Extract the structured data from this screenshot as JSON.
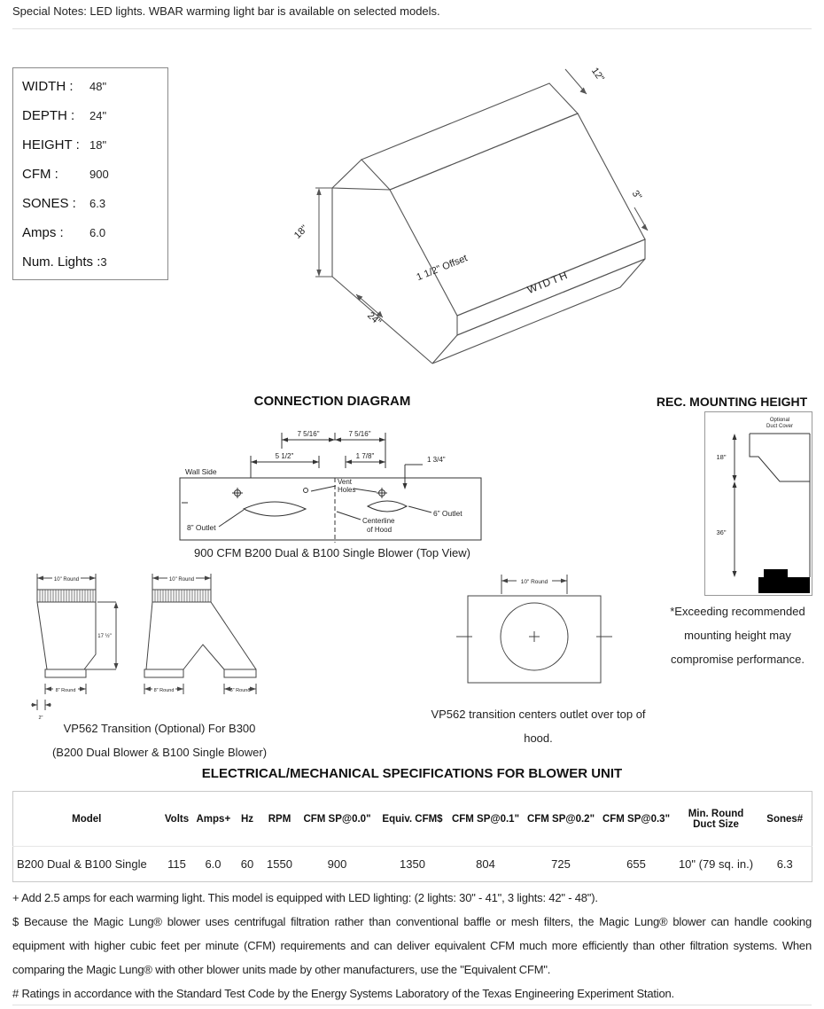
{
  "header": {
    "special_notes": "Special Notes: LED lights. WBAR warming light bar is available on selected models."
  },
  "specs": {
    "rows": [
      {
        "label": "WIDTH :",
        "value": "48\""
      },
      {
        "label": "DEPTH :",
        "value": "24\""
      },
      {
        "label": "HEIGHT :",
        "value": "18\""
      },
      {
        "label": "CFM :",
        "value": "900"
      },
      {
        "label": "SONES :",
        "value": "6.3"
      },
      {
        "label": "Amps :",
        "value": "6.0"
      },
      {
        "label": "Num. Lights :",
        "value": "3"
      }
    ]
  },
  "iso": {
    "labels": {
      "top_depth": "12\"",
      "lip": "3\"",
      "height": "18\"",
      "offset": "1 1/2\" Offset",
      "width": "WIDTH",
      "depth": "24\""
    }
  },
  "connection": {
    "title": "CONNECTION DIAGRAM",
    "labels": {
      "dim_7a": "7 5/16\"",
      "dim_7b": "7 5/16\"",
      "dim_5half": "5 1/2\"",
      "dim_1_78": "1 7/8\"",
      "dim_1_34": "1 3/4\"",
      "wall_side": "Wall Side",
      "vent1": "Vent",
      "vent2": "Holes",
      "outlet8": "8” Outlet",
      "outlet6": "6” Outlet",
      "centerline1": "Centerline",
      "centerline2": "of Hood"
    },
    "caption": "900 CFM B200 Dual & B100 Single Blower (Top View)"
  },
  "mounting": {
    "title": "REC. MOUNTING HEIGHT",
    "labels": {
      "duct_cover1": "Optional",
      "duct_cover2": "Duct Cover",
      "height18": "18\"",
      "height36": "36\""
    },
    "note1": "*Exceeding recommended",
    "note2": "mounting height may",
    "note3": "compromise performance."
  },
  "transition": {
    "labels": {
      "round10_a": "10\" Round",
      "round10_b": "10\" Round",
      "h17": "17 ½\"",
      "round8_a": "8\" Round",
      "round8_b": "8\" Round",
      "round6": "6\" Round",
      "d2": "2\""
    },
    "caption1": "VP562 Transition (Optional) For B300",
    "caption2": "(B200 Dual Blower & B100 Single Blower)"
  },
  "topview": {
    "label_round10": "10\" Round",
    "caption1": "VP562 transition centers outlet over top of",
    "caption2": "hood."
  },
  "table": {
    "title": "ELECTRICAL/MECHANICAL SPECIFICATIONS FOR BLOWER UNIT",
    "columns": [
      "Model",
      "Volts",
      "Amps+",
      "Hz",
      "RPM",
      "CFM SP@0.0\"",
      "Equiv. CFM$",
      "CFM SP@0.1\"",
      "CFM SP@0.2\"",
      "CFM SP@0.3\"",
      "Min. Round Duct Size",
      "Sones#"
    ],
    "rows": [
      {
        "cells": [
          "B200 Dual & B100 Single",
          "115",
          "6.0",
          "60",
          "1550",
          "900",
          "1350",
          "804",
          "725",
          "655",
          "10\" (79 sq. in.)",
          "6.3"
        ]
      }
    ]
  },
  "footnotes": {
    "fn1": "+ Add 2.5 amps for each warming light. This model is equipped with LED lighting: (2 lights: 30\" - 41\", 3 lights: 42\" - 48\").",
    "fn2": "$ Because the Magic Lung® blower uses centrifugal filtration rather than conventional baffle or mesh filters, the Magic Lung® blower can handle cooking equipment with higher cubic feet per minute (CFM) requirements and can deliver equivalent CFM much more efficiently than other filtration systems. When comparing the Magic Lung® with other blower units made by other manufacturers, use the \"Equivalent CFM\".",
    "fn3": "# Ratings in accordance with the Standard Test Code by the Energy Systems Laboratory of the Texas Engineering Experiment Station."
  }
}
